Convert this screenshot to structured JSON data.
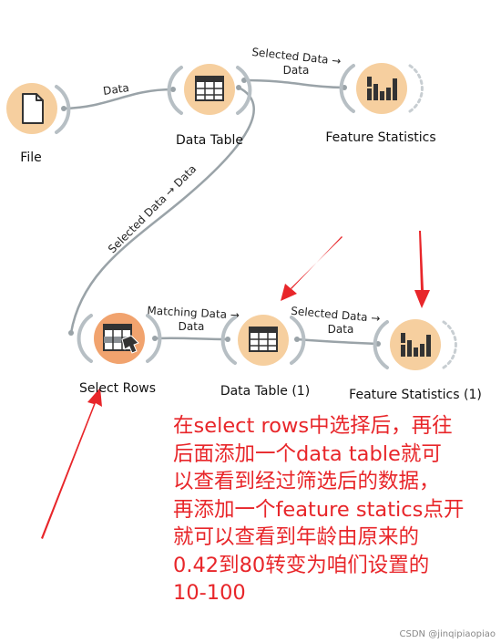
{
  "nodes": {
    "file": "File",
    "data_table": "Data Table",
    "feature_statistics": "Feature Statistics",
    "select_rows": "Select Rows",
    "data_table_1": "Data Table (1)",
    "feature_statistics_1": "Feature Statistics (1)"
  },
  "links": {
    "file_to_table": "Data",
    "table_to_stats_line1": "Selected Data →",
    "table_to_stats_line2": "Data",
    "table_to_select": "Selected Data → Data",
    "select_to_table1_line1": "Matching Data →",
    "select_to_table1_line2": "Data",
    "table1_to_stats1_line1": "Selected Data →",
    "table1_to_stats1_line2": "Data"
  },
  "annotation": [
    "在select rows中选择后，再往",
    "后面添加一个data table就可",
    "以查看到经过筛选后的数据，",
    "再添加一个feature statics点开",
    "就可以查看到年龄由原来的",
    "0.42到80转变为咱们设置的",
    "10-100"
  ],
  "watermark": "CSDN @jinqipiaopiao",
  "colors": {
    "node_fill": "#f6cf9f",
    "node_fill_active": "#f1a36e",
    "link": "#9aa3a8",
    "arrow": "#e8262a"
  },
  "icons": [
    "file-icon",
    "table-icon",
    "bar-chart-icon",
    "select-rows-icon"
  ]
}
